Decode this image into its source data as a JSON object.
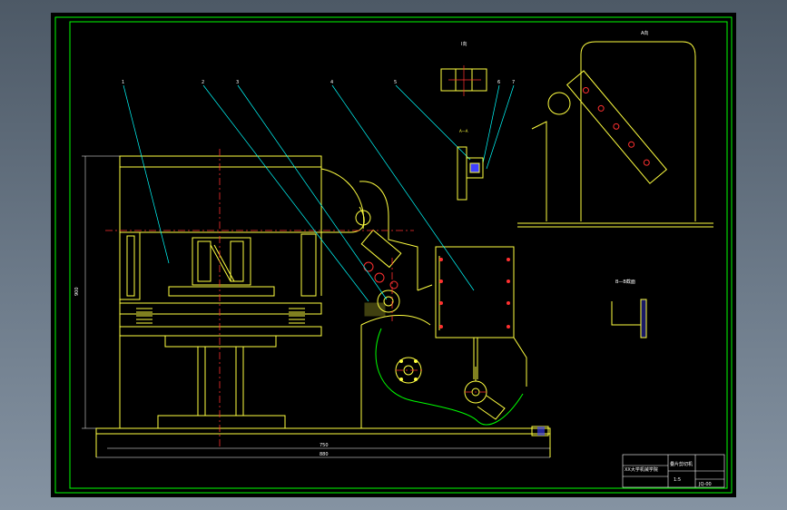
{
  "drawing": {
    "view_labels": {
      "top_detail": "I向",
      "right_view": "A向",
      "section_detail": "A—A",
      "bottom_section": "B—B截面"
    },
    "balloons": [
      "1",
      "2",
      "3",
      "4",
      "5",
      "6",
      "7"
    ],
    "dimensions": {
      "height": "900",
      "width_inner": "750",
      "width_overall": "880"
    },
    "title_block": {
      "title": "叠片剪切机",
      "scale": "1:5",
      "drawing_no": "JQ-00",
      "company": "XX大学机械学院"
    }
  },
  "colors": {
    "frame": "#00ff00",
    "outline": "#ffff40",
    "leader": "#00ffff",
    "centerline": "#ff3030",
    "hatch_blue": "#4040ff",
    "magenta": "#ff40ff"
  }
}
